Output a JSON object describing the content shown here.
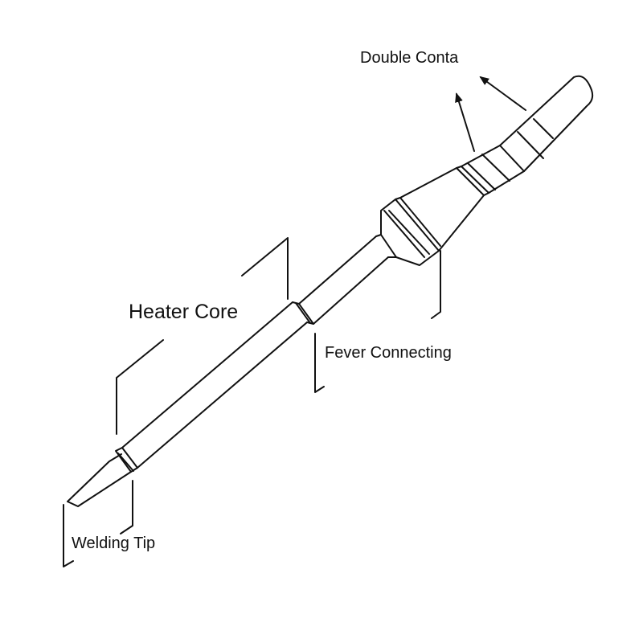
{
  "labels": {
    "heater_core": "Heater Core",
    "fever_connecting": "Fever Connecting",
    "double_contact": "Double Conta",
    "welding_tip": "Welding Tip"
  },
  "colors": {
    "ink": "#111111",
    "background": "#ffffff"
  }
}
